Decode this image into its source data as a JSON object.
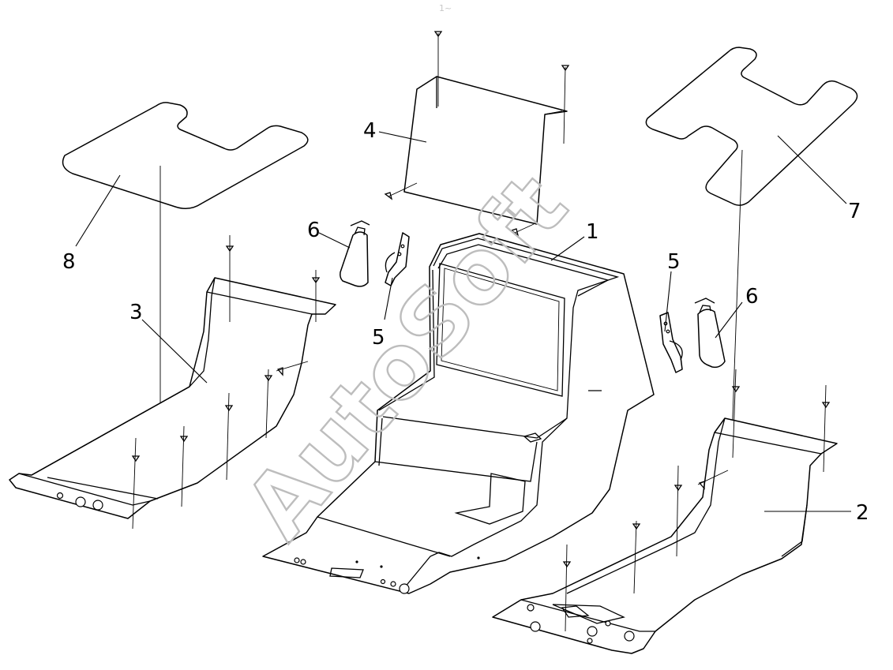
{
  "watermark": "AutoSoft",
  "top_fragment": "1~",
  "callouts": [
    {
      "id": "callout-1",
      "label": "1"
    },
    {
      "id": "callout-2",
      "label": "2"
    },
    {
      "id": "callout-3",
      "label": "3"
    },
    {
      "id": "callout-4",
      "label": "4"
    },
    {
      "id": "callout-5-left",
      "label": "5"
    },
    {
      "id": "callout-5-right",
      "label": "5"
    },
    {
      "id": "callout-6-left",
      "label": "6"
    },
    {
      "id": "callout-6-right",
      "label": "6"
    },
    {
      "id": "callout-7",
      "label": "7"
    },
    {
      "id": "callout-8",
      "label": "8"
    }
  ]
}
